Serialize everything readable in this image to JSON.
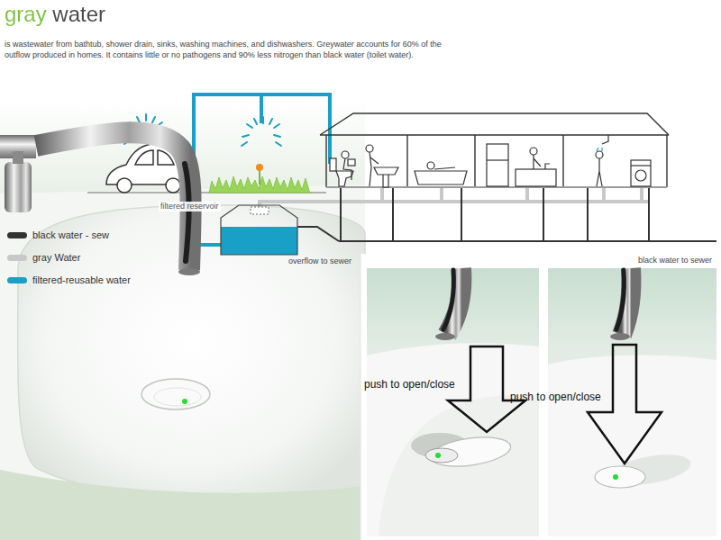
{
  "diagram": {
    "title": "gray water",
    "labels": [
      "is wastewater from bathtub, shower drain, sinks, washing machines, and dishwashers. Greywater accounts for 60% of the outflow produced in homes. It contains little or no pathogens and 90% less nitrogen than black water (toilet water).",
      "filtered reservoir",
      "overflow to sewer",
      "black water to sewer",
      "push to open/close",
      "push to open/close"
    ],
    "legend": [
      {
        "text": "black water - sew",
        "color": "#333333"
      },
      {
        "text": "gray Water",
        "color": "#c8c8c8"
      },
      {
        "text": "filtered-reusable water",
        "color": "#1aa0c6"
      }
    ]
  }
}
